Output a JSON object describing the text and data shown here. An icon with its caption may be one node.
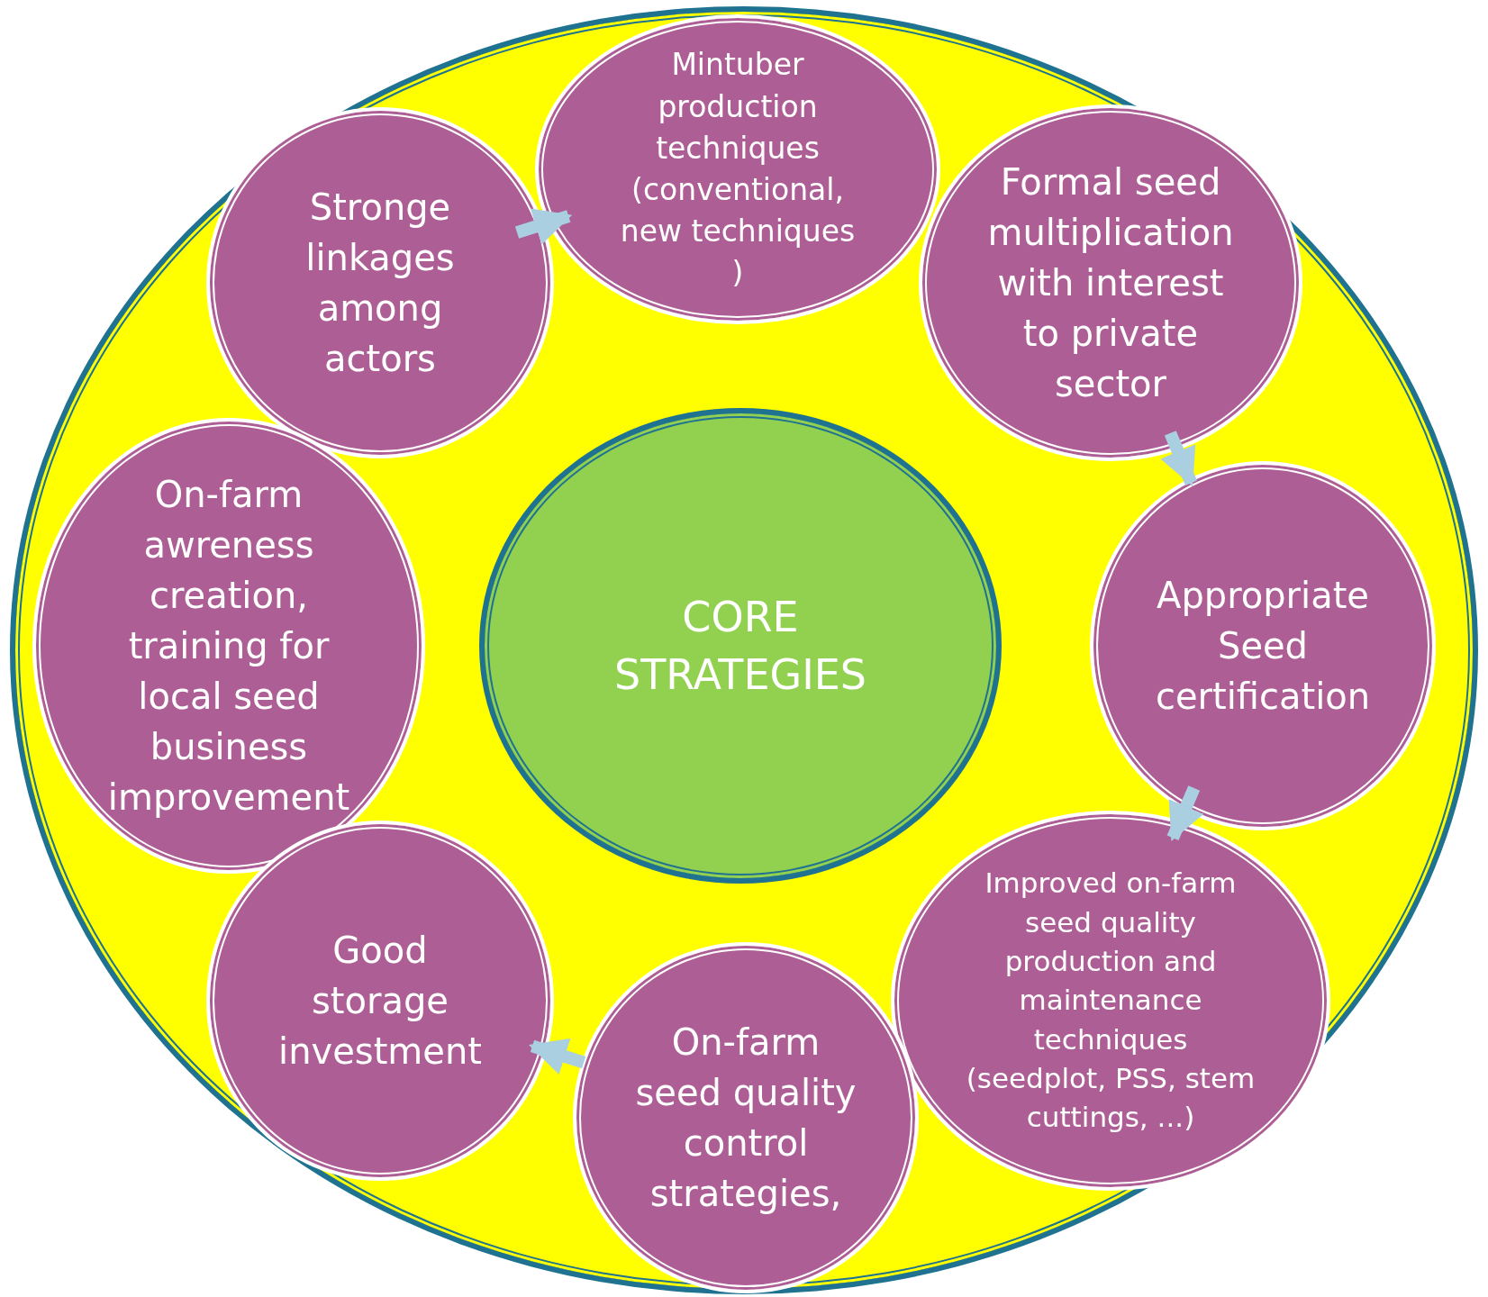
{
  "diagram": {
    "nodes": [
      {
        "text": [],
        "shape": "circle"
      },
      {
        "text": [
          "Mintuber production techniques (conventional, new techniques )"
        ],
        "in": 0
      },
      {
        "text": [
          "Stronge linkages among actors"
        ],
        "in": 0
      },
      {
        "text": [
          "Formal seed multiplication with interest to private sector"
        ],
        "in": 0
      },
      {
        "text": [
          "On-farm awreness creation, training for local seed business improvement"
        ],
        "in": 0
      },
      {
        "text": [
          "CORE STRATEGIES"
        ],
        "in": 0
      },
      {
        "text": [
          "Appropriate Seed certification"
        ],
        "in": 0
      },
      {
        "text": [
          "Improved on-farm seed quality production and maintenance techniques (seedplot, PSS, stem cuttings, ...)"
        ],
        "in": 0
      },
      {
        "text": [
          "Good storage investment"
        ],
        "in": 0
      },
      {
        "text": [
          "On-farm seed quality control strategies,"
        ],
        "in": 0
      }
    ],
    "edges": [
      {
        "from": 2,
        "to": 1,
        "arrow": "to"
      },
      {
        "from": 3,
        "to": 6,
        "arrow": "to"
      },
      {
        "from": 6,
        "to": 7,
        "arrow": "to"
      },
      {
        "from": 9,
        "to": 8,
        "arrow": "to"
      }
    ]
  }
}
